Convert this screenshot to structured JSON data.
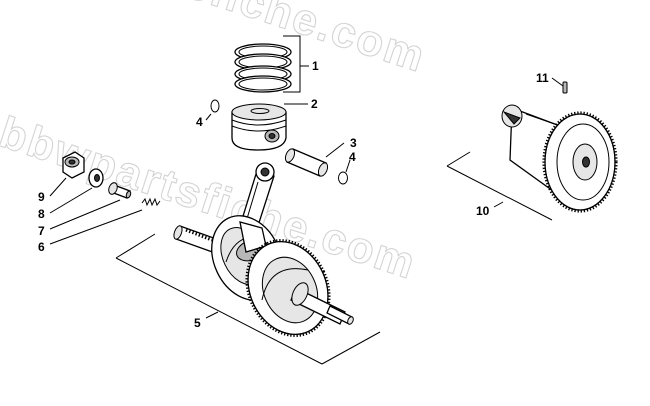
{
  "watermark": {
    "text": "bbwpartsfiche.com"
  },
  "callouts": [
    {
      "id": "1",
      "label": "1"
    },
    {
      "id": "2",
      "label": "2"
    },
    {
      "id": "3",
      "label": "3"
    },
    {
      "id": "4a",
      "label": "4"
    },
    {
      "id": "4b",
      "label": "4"
    },
    {
      "id": "5",
      "label": "5"
    },
    {
      "id": "6",
      "label": "6"
    },
    {
      "id": "7",
      "label": "7"
    },
    {
      "id": "8",
      "label": "8"
    },
    {
      "id": "9",
      "label": "9"
    },
    {
      "id": "10",
      "label": "10"
    },
    {
      "id": "11",
      "label": "11"
    }
  ]
}
